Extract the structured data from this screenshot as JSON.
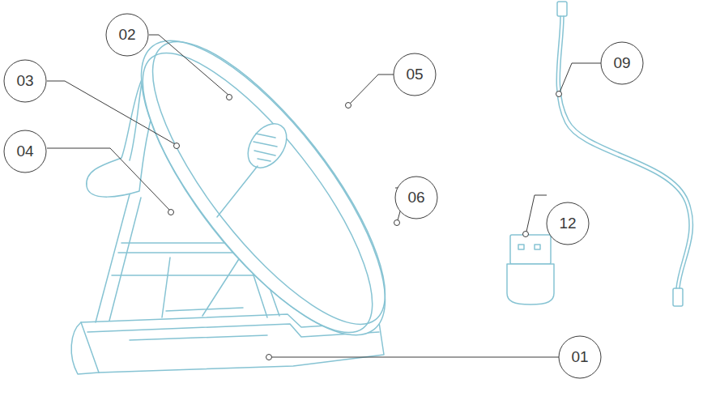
{
  "diagram": {
    "nodes": [
      {
        "text": [
          "02"
        ]
      },
      {
        "text": [
          "09"
        ]
      },
      {
        "text": [
          "05"
        ]
      },
      {
        "text": [
          "03"
        ]
      },
      {
        "text": [
          "04"
        ]
      },
      {
        "text": [
          "06"
        ]
      },
      {
        "text": [
          "12"
        ]
      },
      {
        "text": [
          "01"
        ]
      }
    ]
  }
}
